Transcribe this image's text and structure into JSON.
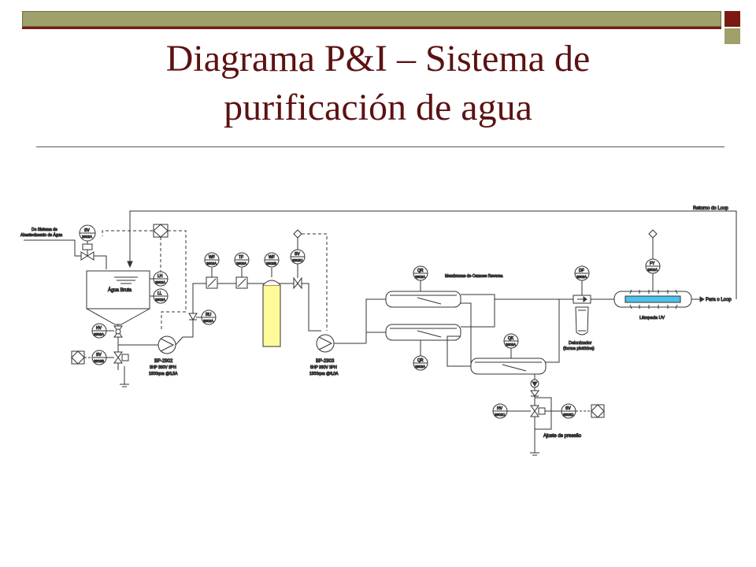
{
  "slide": {
    "title_line1": "Diagrama P&I – Sistema de",
    "title_line2": "purificación de agua"
  },
  "diagram": {
    "source_label_line1": "Do Sistema de",
    "source_label_line2": "Abastecimento de Água",
    "return_label": "Retorno do Loop",
    "tank_label": "Água Bruta",
    "membranes_label": "Membranas de Osmose Reversa",
    "deionizer_label_line1": "Deionizador",
    "deionizer_label_line2": "(forma pictórica)",
    "uv_lamp_label": "Lâmpada UV",
    "to_loop_label": "Para o Loop",
    "pressure_adjust_label": "Ajuste de pressão",
    "pump1": {
      "tag": "BP-2902",
      "spec1": "3HP 380V 3PH",
      "spec2": "1800rpm @3,5A"
    },
    "pump2": {
      "tag": "BP-2903",
      "spec1": "5HP 380V 3PH",
      "spec2": "1800rpm @6,0A"
    },
    "instruments": {
      "sv2902a": {
        "l1": "SV",
        "l2": "2902A"
      },
      "lh2902a": {
        "l1": "LH",
        "l2": "2902A"
      },
      "ll2902a": {
        "l1": "LL",
        "l2": "2902A"
      },
      "hv2902a": {
        "l1": "HV",
        "l2": "2902A"
      },
      "sv2902b": {
        "l1": "SV",
        "l2": "2902B"
      },
      "wf2902a": {
        "l1": "WF",
        "l2": "2902A"
      },
      "tf2902a": {
        "l1": "TF",
        "l2": "2902A"
      },
      "wf2902b": {
        "l1": "WF",
        "l2": "2902B"
      },
      "sv2902c": {
        "l1": "SV",
        "l2": "2902C"
      },
      "ru2902a": {
        "l1": "RU",
        "l2": "2902A"
      },
      "qr2902a_top": {
        "l1": "QR",
        "l2": "2902A"
      },
      "qr2902a_bot": {
        "l1": "QR",
        "l2": "2902A"
      },
      "qk2902a": {
        "l1": "QK",
        "l2": "2902A"
      },
      "df2902a": {
        "l1": "DF",
        "l2": "2902A"
      },
      "fy2902a": {
        "l1": "FY",
        "l2": "2902A"
      },
      "hv2902c": {
        "l1": "HV",
        "l2": "2902C"
      },
      "sv2902d": {
        "l1": "SV",
        "l2": "2902D"
      }
    }
  }
}
